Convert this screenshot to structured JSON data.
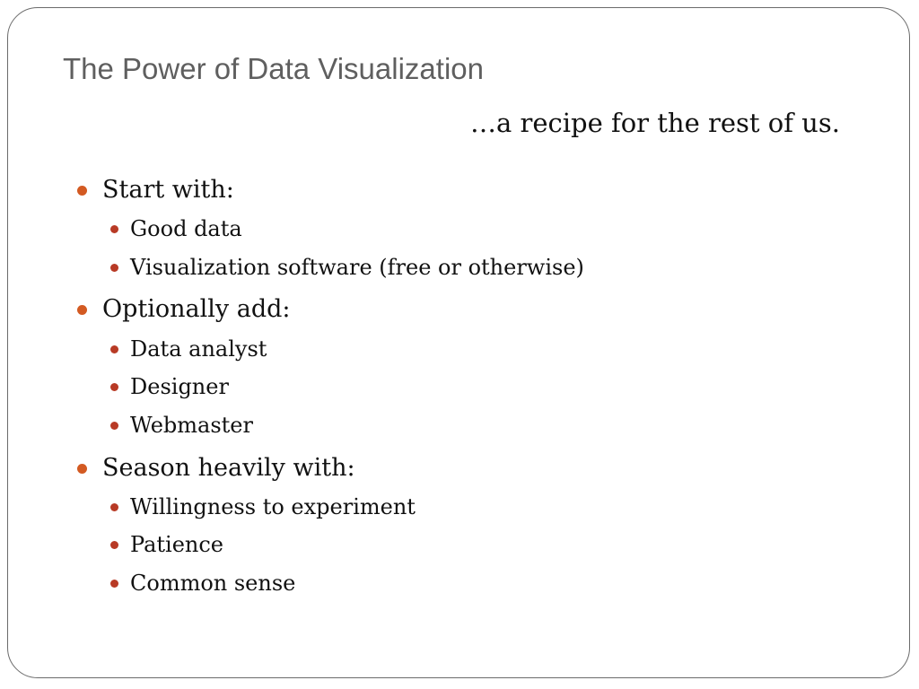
{
  "slide": {
    "title": "The Power of Data Visualization",
    "subtitle": "…a recipe for the rest of us.",
    "sections": [
      {
        "label": "Start with:",
        "items": [
          "Good data",
          "Visualization software (free or otherwise)"
        ]
      },
      {
        "label": "Optionally add:",
        "items": [
          "Data analyst",
          "Designer",
          "Webmaster"
        ]
      },
      {
        "label": "Season heavily with:",
        "items": [
          "Willingness to experiment",
          "Patience",
          "Common sense"
        ]
      }
    ],
    "colors": {
      "bullet_level1": "#d35a22",
      "bullet_level2": "#b83a25",
      "title_text": "#5f5f5f"
    }
  }
}
